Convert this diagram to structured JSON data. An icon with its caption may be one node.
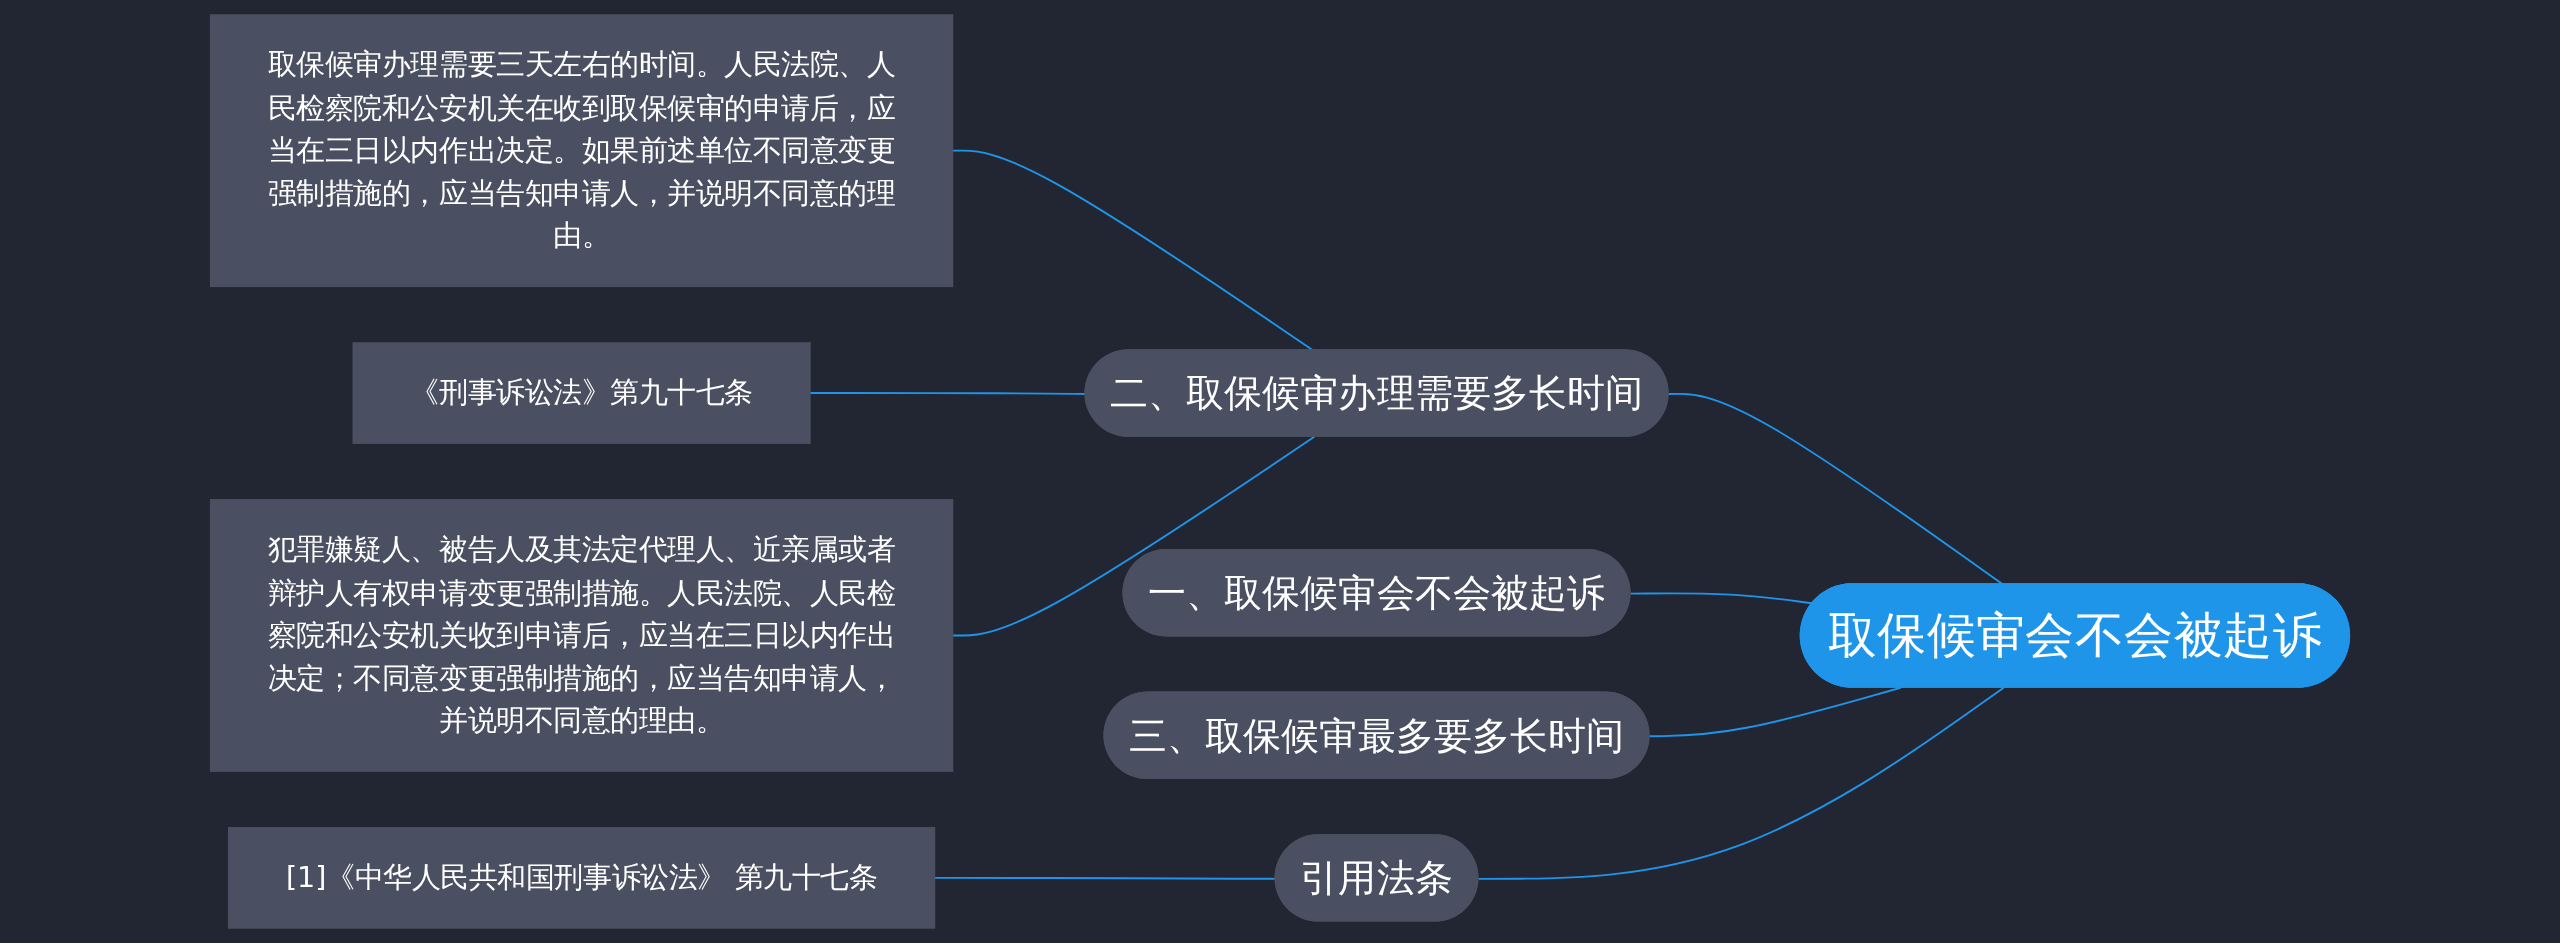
{
  "diagram": {
    "nodes": [
      {
        "text": [
          "取保候审会不会被起诉"
        ]
      },
      {
        "text": [
          "二、取保候审办理需要多长时间"
        ]
      },
      {
        "text": [
          "取保候审办理需要三天左右的时间。人民法院、人民检察院和公安机关在收到取保候审的申请后，应当在三日以内作出决定。如果前述单位不同意变更强制措施的，应当告知申请人，并说明不同意的理由。"
        ]
      },
      {
        "text": [
          "《刑事诉讼法》第九十七条"
        ]
      },
      {
        "text": [
          "犯罪嫌疑人、被告人及其法定代理人、近亲属或者辩护人有权申请变更强制措施。人民法院、人民检察院和公安机关收到申请后，应当在三日以内作出决定；不同意变更强制措施的，应当告知申请人，并说明不同意的理由。"
        ]
      },
      {
        "text": [
          "一、取保候审会不会被起诉"
        ]
      },
      {
        "text": [
          "三、取保候审最多要多长时间"
        ]
      },
      {
        "text": [
          "引用法条"
        ]
      },
      {
        "text": [
          "[1]《中华人民共和国刑事诉讼法》 第九十七条"
        ]
      }
    ],
    "edges": [
      {
        "from": 0,
        "to": 1,
        "arrow": "none"
      },
      {
        "from": 1,
        "to": 2,
        "arrow": "none"
      },
      {
        "from": 1,
        "to": 3,
        "arrow": "none"
      },
      {
        "from": 1,
        "to": 4,
        "arrow": "none"
      },
      {
        "from": 0,
        "to": 5,
        "arrow": "none"
      },
      {
        "from": 0,
        "to": 6,
        "arrow": "none"
      },
      {
        "from": 0,
        "to": 7,
        "arrow": "none"
      },
      {
        "from": 7,
        "to": 8,
        "arrow": "none"
      }
    ]
  }
}
